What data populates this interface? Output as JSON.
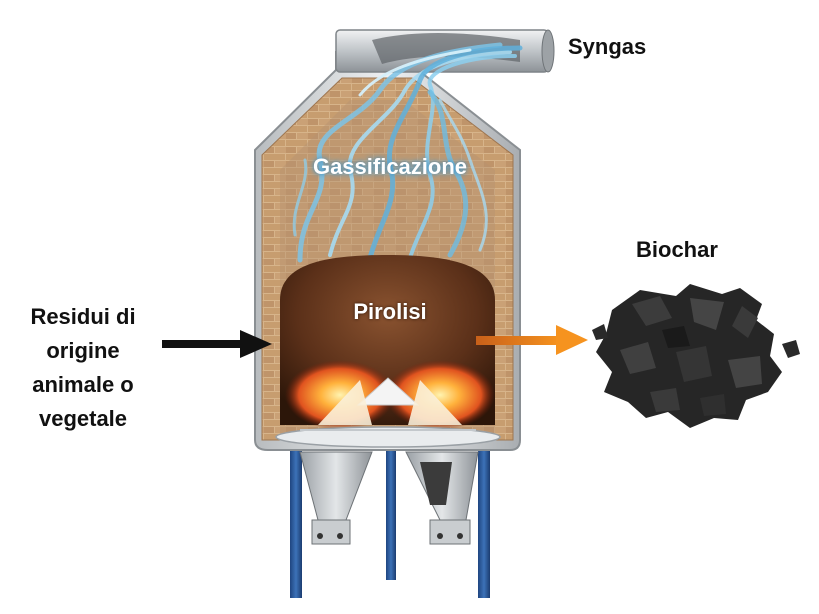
{
  "labels": {
    "syngas": "Syngas",
    "gassificazione": "Gassificazione",
    "pirolisi": "Pirolisi",
    "biochar": "Biochar",
    "input_lines": [
      "Residui di",
      "origine",
      "animale o",
      "vegetale"
    ]
  },
  "colors": {
    "brick": "#c9a27a",
    "brick_dark": "#9e7650",
    "steel": "#cfd3d6",
    "leg_blue": "#2d5b9a",
    "char_bed": "#6a3a1c",
    "ember": "#e8622a",
    "flame_blue": "#7cc3e6",
    "arrow_black": "#111111",
    "arrow_orange": "#f08a1c",
    "biochar": "#2a2a2a"
  }
}
